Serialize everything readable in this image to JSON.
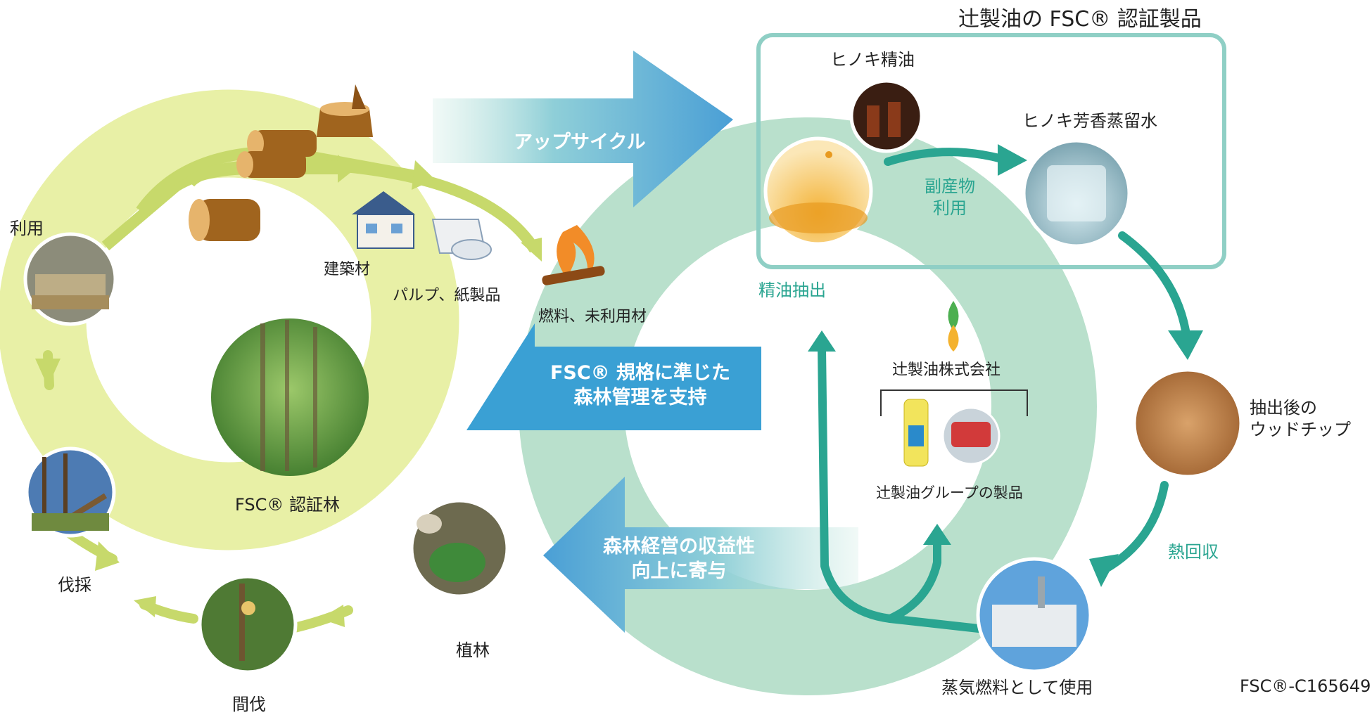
{
  "header": {
    "title": "辻製油の FSC® 認証製品",
    "certificate_code": "FSC®-C165649"
  },
  "left_cycle": {
    "center_label": "FSC® 認証林",
    "stages": [
      "利用",
      "伐採",
      "間伐",
      "植林"
    ],
    "uses": [
      "建築材",
      "パルプ、紙製品",
      "燃料、未利用材"
    ]
  },
  "arrows": {
    "upcycle": "アップサイクル",
    "support_lines": [
      "FSC® 規格に準じた",
      "森林管理を支持"
    ],
    "profit_lines": [
      "森林経営の収益性",
      "向上に寄与"
    ]
  },
  "right_cycle": {
    "products": [
      "ヒノキ精油",
      "ヒノキ芳香蒸留水"
    ],
    "byproduct_lines": [
      "副産物",
      "利用"
    ],
    "extraction": "精油抽出",
    "chips_lines": [
      "抽出後の",
      "ウッドチップ"
    ],
    "heat_recovery": "熱回収",
    "steam_fuel": "蒸気燃料として使用",
    "company": "辻製油株式会社",
    "group_products": "辻製油グループの製品"
  },
  "colors": {
    "left_ring": "#e8f0a6",
    "left_arrows": "#c7d96b",
    "right_ring": "#b9e0cc",
    "teal_arrows": "#2aa591",
    "blue_arrow": "#3aa0d4",
    "frame": "#8fcfc5"
  },
  "icons": [
    "log-icon",
    "stump-icon",
    "house-icon",
    "paper-icon",
    "fire-icon",
    "company-logo-icon"
  ]
}
